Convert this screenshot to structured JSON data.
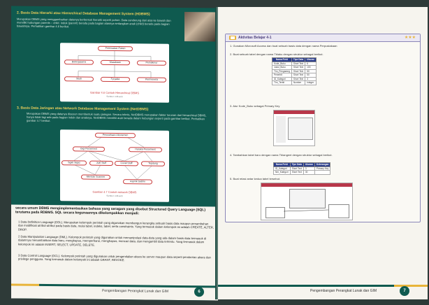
{
  "left": {
    "section2_title": "2. Basis Data Hierarki atau Hierarchical Database Management System (HDBMS)",
    "section2_body": "Merupakan DBMS yang menggambarkan datanya berbentuk hierarki seperti pohon. Data cenderung dari atas ke bawah dan memiliki hubungan parents – child. Induk (parent) berada pada bagian atasnya sedangkan anak (child) berada pada bagian bawahnya. Perhatikan gambar 4.6 berikut.",
    "tree_nodes": [
      "Peternakan Pakan",
      "Bekerjasama",
      "Masakaan",
      "Pemakmur",
      "Studi",
      "Fyrpaka",
      "Permeneria"
    ],
    "fig6_caption": "Gambar 4.6 Contoh Hierarchical DBMS",
    "fig6_source": "Sumber: edit.web",
    "section3_title": "3. Basis Data Jaringan atau Network Database Management System (NetDBMS)",
    "section3_body": "Merupakan DBMS yang datanya disusun membentuk suatu jaringan. Secara teknis, NetDBMS merupakan faktor turunan dari hierarchical DBMS, hanya tidak lagi ada pada bagian induk dan anaknya. NetDBMS memiliki arah berada dalam hubungan seperti pada gambar berikut. Perhatikan gambar 4.7 berikut.",
    "net_nodes": [
      "Perusahaan Abonemen",
      "Gigi Persement",
      "Haraka Persement",
      "Sgati Sigaz",
      "Jual Stuff",
      "Coval Stuff",
      "Tepdung",
      "Merican Scanner",
      "Aspirik Gabhn"
    ],
    "fig7_caption": "Gambar 4.7 Contoh network DBMS",
    "fig7_source": "Sumber: edit.web",
    "sql_intro": "secara umum DBMS mengimplementasikan bahasa yang seragam yang disebut Structured Query Language (SQL) terutama pada RDBMS. SQL secara kegunaannya dikelompokkan menjadi:",
    "sql_items": [
      "1 Data Definition Language (DDL). Merupakan kelompok perintah yang digunakan membangun kerangka sebuah basis data maupun penambahan dan modifikasi atribut-atribut pada basis data, mulai tabel, indeks, tabel, serta constraints. Yang termasuk dalam kelompok ini adalah CREATE, ALTER, DROP.",
      "2 Data Manipulation Language (DML). Kelompok perintah yang digunakan untuk memanipulasi data-data yang ada dalam basis data termasuk di dalamnya menambahkan data baru, menghapus, memperbarui, menghapus, mencari data, dan mengambil data tertentu. Yang termasuk dalam kelompok ini adalah INSERT, SELECT, UPDATE, DELETE.",
      "3 Data Control Language (DCL). Kelompok perintah yang digunakan untuk pengendalian akses ke server maupun data seperti pemberian akses dan privilege pengguna. Yang termasuk dalam kelompok ini adalah GRANT, REVOKE."
    ],
    "footer_text": "Pengembangan Perangkat Lunak dan GIM",
    "page_number": "6"
  },
  "right": {
    "activity_title": "Aktivitas Belajar 4-1",
    "steps": [
      "1. Gunakan Microsoft Access dan buat sebuah basis data dengan nama Perpustakaan",
      "2. Buat sebuah tabel dengan nama Tblaku dengan struktur sebagai berikut.",
      "3. Atur Kode_Buku sebagai Primary Key",
      "4. Tambahkan tabel baru dengan nama Tblangent dengan struktur sebagai berikut.",
      "5. Buat relasi antar kedua tabel tersebut."
    ],
    "table1_headers": [
      "Nama Field",
      "Tipe Data",
      "Ukuran"
    ],
    "table1_rows": [
      [
        "Kode_Buku",
        "Short Text",
        "6"
      ],
      [
        "Judul_Buku",
        "Short Text",
        "100"
      ],
      [
        "Thn_Pengarang",
        "Short Text",
        "50"
      ],
      [
        "Penerbit",
        "Short Text",
        "50"
      ],
      [
        "ID_Kategori",
        "Short Text",
        "3"
      ],
      [
        "Thn_Terbit",
        "Number",
        "Integer"
      ]
    ],
    "table2_headers": [
      "Nama Field",
      "Tipe Data",
      "Ukuran",
      "Keterangan"
    ],
    "table2_rows": [
      [
        "ID_Kategori",
        "Short Text",
        "3",
        "Primary Key"
      ],
      [
        "Nm_Kategori",
        "Short Text",
        "30",
        ""
      ]
    ],
    "footer_text": "Pengembangan Perangkat Lunak dan GIM",
    "page_number": "7"
  },
  "colors": {
    "left_page_bg": "#0f5a4f",
    "section_title": "#f2d25b",
    "accent_yellow": "#e8b43a",
    "table_header": "#2d3f8c",
    "caption_red": "#c83a3a"
  }
}
